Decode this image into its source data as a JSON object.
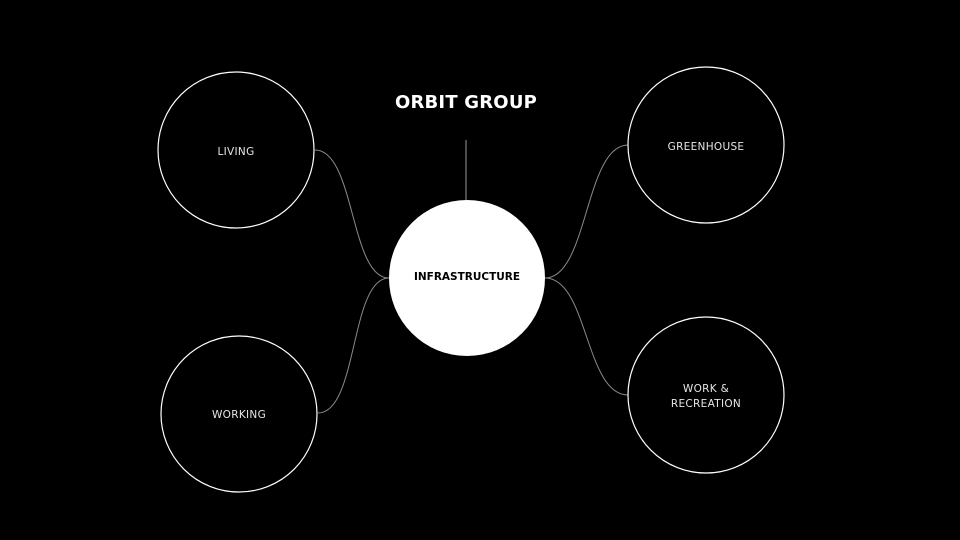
{
  "title": "ORBIT GROUP",
  "center_node": {
    "label": "INFRASTRUCTURE",
    "fill": "#ffffff",
    "text_color": "#000000"
  },
  "nodes": [
    {
      "id": "living",
      "label": "LIVING"
    },
    {
      "id": "working",
      "label": "WORKING"
    },
    {
      "id": "greenhouse",
      "label": "GREENHOUSE"
    },
    {
      "id": "work-recreation",
      "label_line1": "WORK &",
      "label_line2": "RECREATION"
    }
  ],
  "colors": {
    "background": "#000000",
    "outline": "#ffffff",
    "connector": "#8a8a8a",
    "text": "#e6e6e6"
  }
}
